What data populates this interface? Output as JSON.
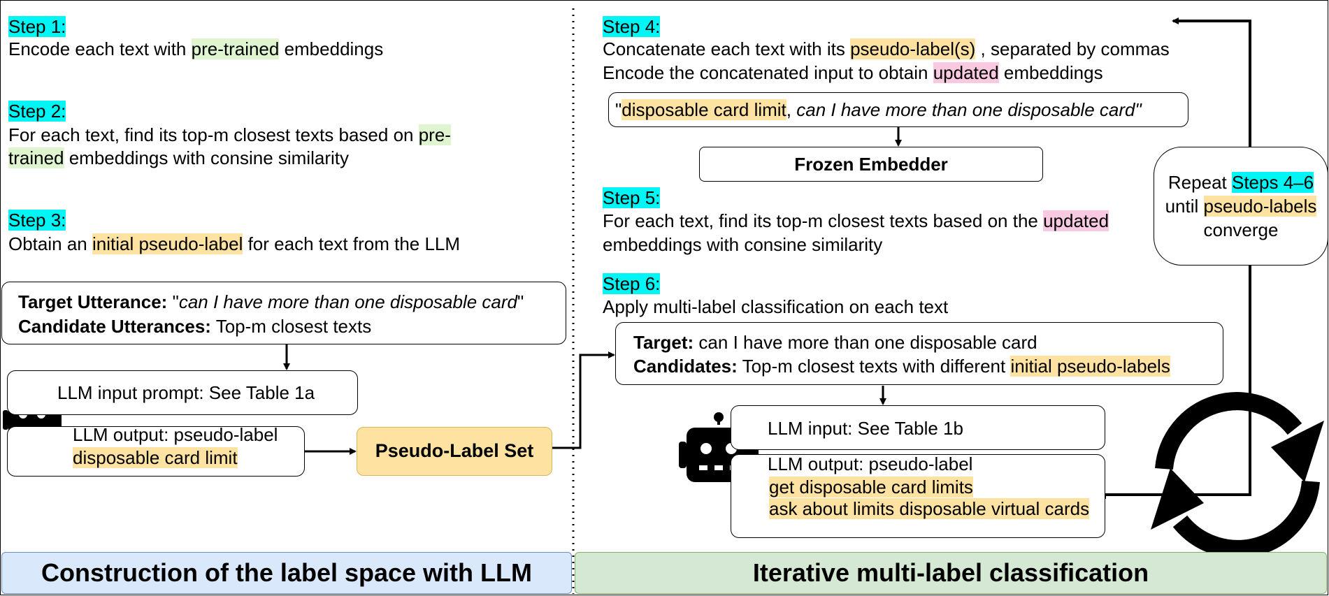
{
  "left": {
    "step1": {
      "label": "Step 1:",
      "pre": "Encode each text with ",
      "hl": "pre-trained",
      "post": " embeddings"
    },
    "step2": {
      "label": "Step 2:",
      "line1_pre": "For each text, find its top-m closest texts based on ",
      "line1_hl": "pre-",
      "line2_hl": "trained",
      "line2_post": " embeddings with consine similarity"
    },
    "step3": {
      "label": "Step 3:",
      "pre": "Obtain an ",
      "hl": "initial pseudo-label",
      "post": " for each text from the LLM"
    },
    "utterance_box": {
      "target_label": "Target Utterance:",
      "target_open": " \"",
      "target_text": "can I have more than one disposable card",
      "target_close": "\"",
      "candidate_label": "Candidate Utterances:",
      "candidate_text": " Top-m closest texts"
    },
    "llm_prompt": "LLM input prompt: See Table 1a",
    "llm_output_label": "LLM output: pseudo-label",
    "llm_output_value": "disposable card limit",
    "pseudo_label_set": "Pseudo-Label Set"
  },
  "right": {
    "step4": {
      "label": "Step 4:",
      "line1_pre": "Concatenate each text with its ",
      "line1_hl": "pseudo-label(s)",
      "line1_post": " , separated by commas",
      "line2_pre": "Encode the concatenated input to obtain ",
      "line2_hl": "updated",
      "line2_post": " embeddings"
    },
    "concat_box": {
      "open": "\"",
      "hl": "disposable card limit",
      "comma": ", ",
      "text": "can I have more than one disposable card\""
    },
    "embedder": "Frozen Embedder",
    "step5": {
      "label": "Step 5:",
      "line1_pre": "For each text, find its top-m closest texts based on the ",
      "line1_hl": "updated",
      "line2": "embeddings with consine similarity"
    },
    "step6": {
      "label": "Step 6:",
      "text": "Apply multi-label classification on each text"
    },
    "target_box": {
      "target_label": "Target:",
      "target_text": " can I have more than one disposable card",
      "cand_label": "Candidates:",
      "cand_pre": " Top-m closest texts with different ",
      "cand_hl": "initial pseudo-labels"
    },
    "llm_input": "LLM input: See Table 1b",
    "llm_output_label": "LLM output: pseudo-label",
    "llm_output_1": "get disposable card limits",
    "llm_output_2": "ask about limits disposable virtual cards",
    "repeat": {
      "pre": "Repeat ",
      "hl1": "Steps 4–6",
      "mid": "until ",
      "hl2": "pseudo-labels",
      "post": "converge"
    }
  },
  "footer": {
    "left": "Construction of the label space with LLM",
    "right": "Iterative multi-label classification"
  },
  "colors": {
    "cyan": "#00f5f5",
    "green": "#dff5d0",
    "yellow": "#fde2a2",
    "pink": "#f8c9e1",
    "blue_footer": "#dae8fc",
    "green_footer": "#d5e8d4"
  },
  "icons": [
    "robot-icon",
    "refresh-cycle-icon"
  ]
}
